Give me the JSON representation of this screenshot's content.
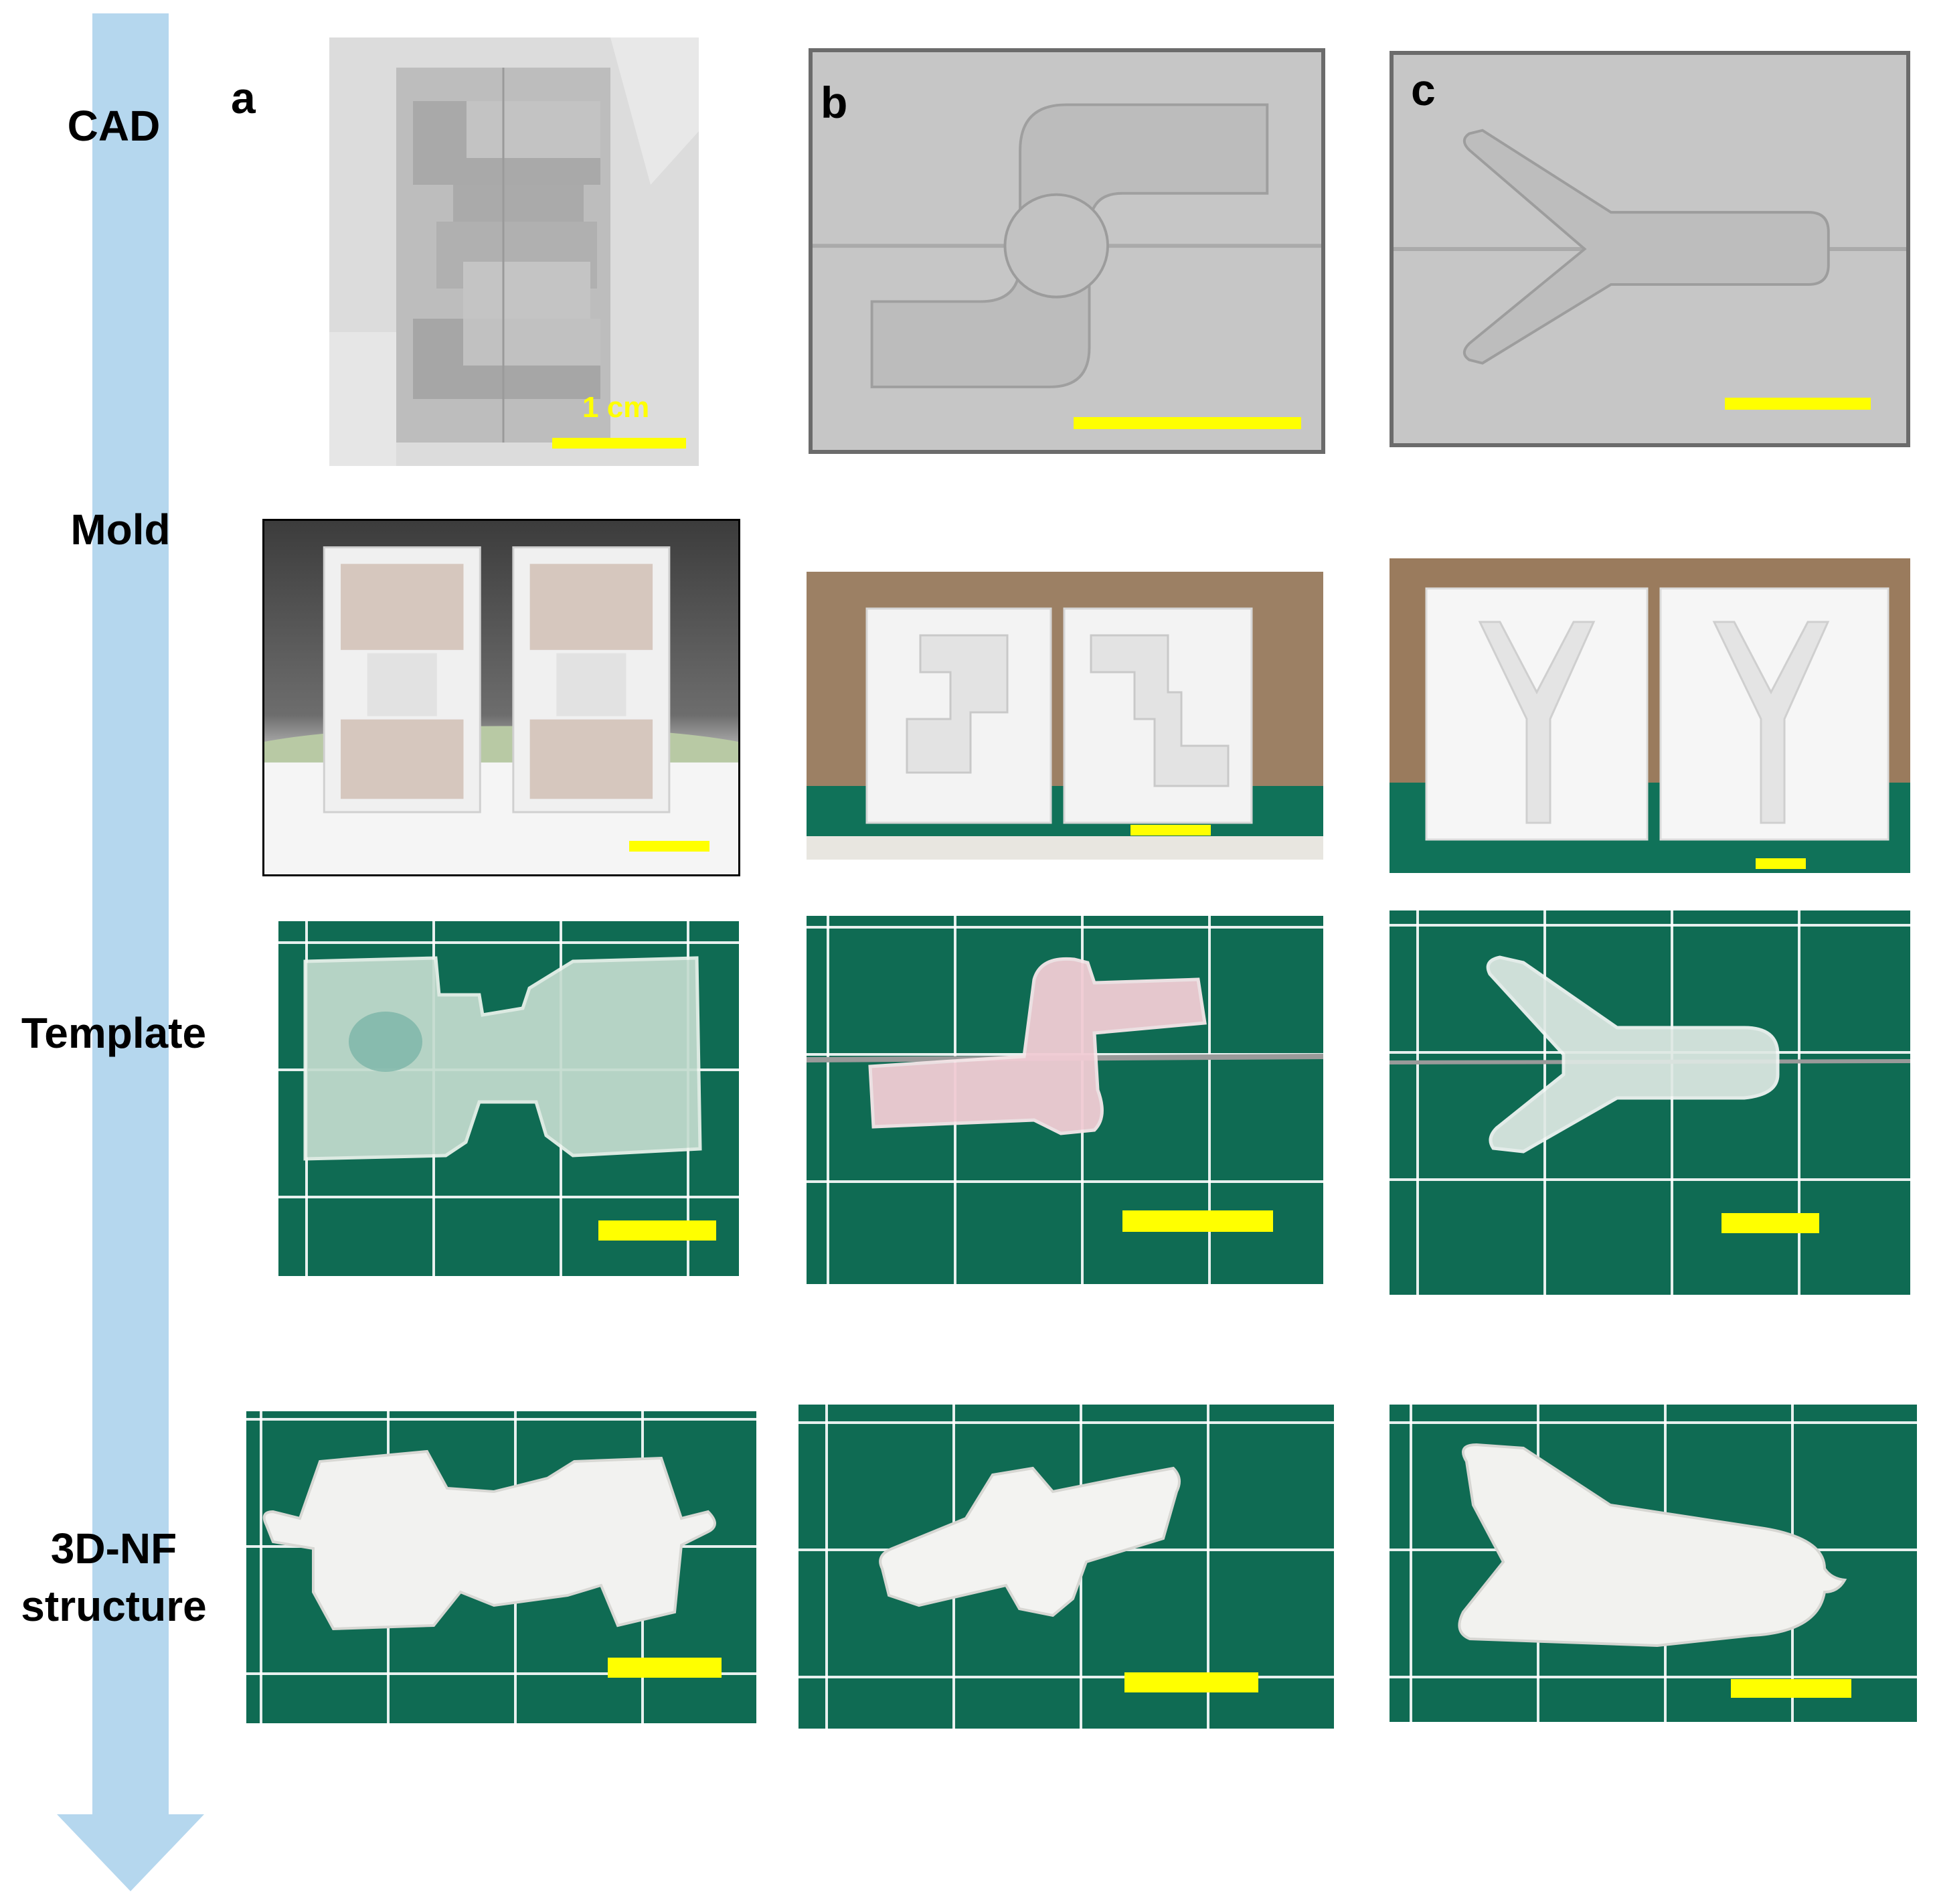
{
  "stages": [
    "CAD",
    "Mold",
    "Template",
    "3D-NF structure"
  ],
  "panels": [
    "a",
    "b",
    "c"
  ],
  "scale_label": "1 cm",
  "colors": {
    "arrow": "#b5d7ee",
    "scalebar": "#ffff00",
    "mat_green": "#0f6b53",
    "cad_gray": "#c8c8c8"
  }
}
